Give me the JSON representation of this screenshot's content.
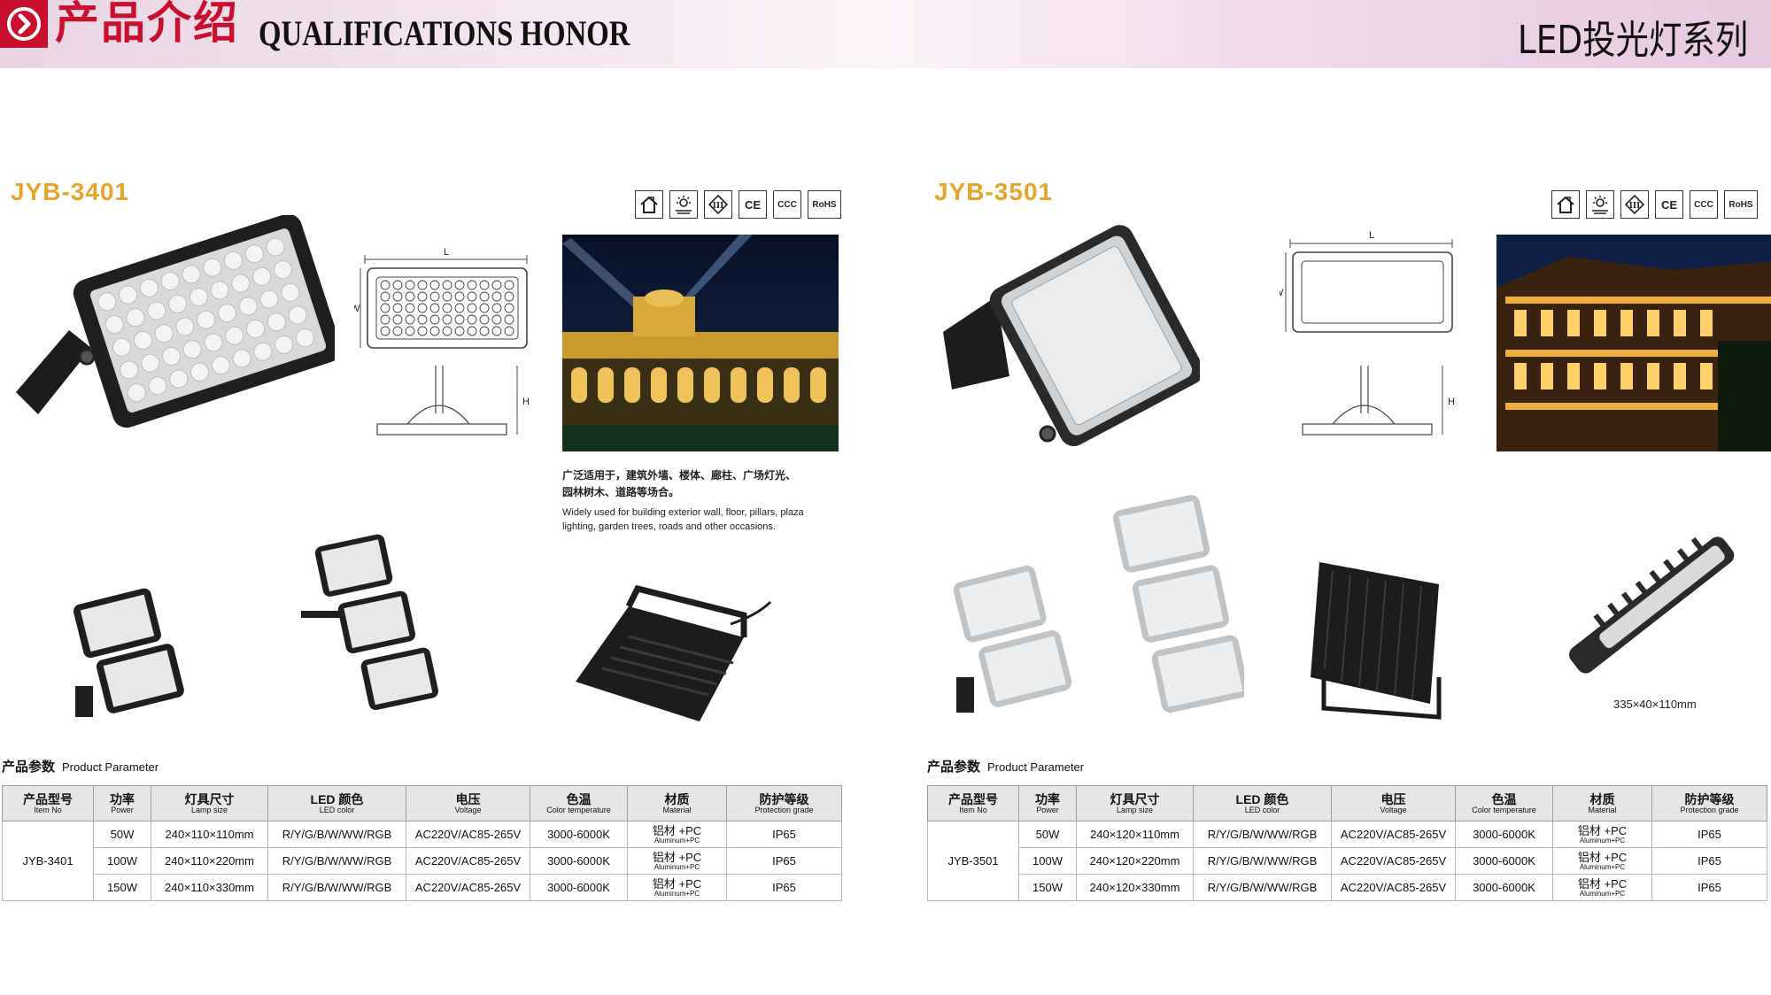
{
  "header": {
    "title_cn": "产品介绍",
    "title_en": "QUALIFICATIONS HONOR",
    "series": "LED投光灯系列"
  },
  "certifications": [
    "house-icon",
    "sun-icon",
    "class-iii-icon",
    "CE",
    "CCC",
    "RoHS"
  ],
  "cert_labels": {
    "ce": "CE",
    "ccc": "CCC",
    "rohs": "RoHS"
  },
  "drawing_labels": {
    "length": "L",
    "width": "W",
    "height": "H"
  },
  "products": [
    {
      "model": "JYB-3401",
      "description_cn_line1": "广泛适用于，建筑外墙、楼体、廊柱、广场灯光、",
      "description_cn_line2": "园林树木、道路等场合。",
      "description_en_line1": "Widely used for building exterior wall, floor, pillars, plaza",
      "description_en_line2": "lighting, garden trees, roads and other occasions.",
      "variant_caption": ""
    },
    {
      "model": "JYB-3501",
      "variant_caption": "335×40×110mm"
    }
  ],
  "param_title_cn": "产品参数",
  "param_title_en": "Product Parameter",
  "table_headers": [
    {
      "cn": "产品型号",
      "en": "Item No"
    },
    {
      "cn": "功率",
      "en": "Power"
    },
    {
      "cn": "灯具尺寸",
      "en": "Lamp size"
    },
    {
      "cn": "LED 颜色",
      "en": "LED color"
    },
    {
      "cn": "电压",
      "en": "Voltage"
    },
    {
      "cn": "色温",
      "en": "Color temperature"
    },
    {
      "cn": "材质",
      "en": "Material"
    },
    {
      "cn": "防护等级",
      "en": "Protection grade"
    }
  ],
  "tables": [
    {
      "item_no": "JYB-3401",
      "rows": [
        {
          "power": "50W",
          "size": "240×110×110mm",
          "color": "R/Y/G/B/W/WW/RGB",
          "voltage": "AC220V/AC85-265V",
          "temp": "3000-6000K",
          "material_cn": "铝材 +PC",
          "material_en": "Aluminum+PC",
          "grade": "IP65"
        },
        {
          "power": "100W",
          "size": "240×110×220mm",
          "color": "R/Y/G/B/W/WW/RGB",
          "voltage": "AC220V/AC85-265V",
          "temp": "3000-6000K",
          "material_cn": "铝材 +PC",
          "material_en": "Aluminum+PC",
          "grade": "IP65"
        },
        {
          "power": "150W",
          "size": "240×110×330mm",
          "color": "R/Y/G/B/W/WW/RGB",
          "voltage": "AC220V/AC85-265V",
          "temp": "3000-6000K",
          "material_cn": "铝材 +PC",
          "material_en": "Aluminum+PC",
          "grade": "IP65"
        }
      ]
    },
    {
      "item_no": "JYB-3501",
      "rows": [
        {
          "power": "50W",
          "size": "240×120×110mm",
          "color": "R/Y/G/B/W/WW/RGB",
          "voltage": "AC220V/AC85-265V",
          "temp": "3000-6000K",
          "material_cn": "铝材 +PC",
          "material_en": "Aluminum+PC",
          "grade": "IP65"
        },
        {
          "power": "100W",
          "size": "240×120×220mm",
          "color": "R/Y/G/B/W/WW/RGB",
          "voltage": "AC220V/AC85-265V",
          "temp": "3000-6000K",
          "material_cn": "铝材 +PC",
          "material_en": "Aluminum+PC",
          "grade": "IP65"
        },
        {
          "power": "150W",
          "size": "240×120×330mm",
          "color": "R/Y/G/B/W/WW/RGB",
          "voltage": "AC220V/AC85-265V",
          "temp": "3000-6000K",
          "material_cn": "铝材 +PC",
          "material_en": "Aluminum+PC",
          "grade": "IP65"
        }
      ]
    }
  ],
  "colors": {
    "accent_red": "#c8102e",
    "model_gold": "#e5a52b",
    "header_gray": "#e6e6e6"
  }
}
